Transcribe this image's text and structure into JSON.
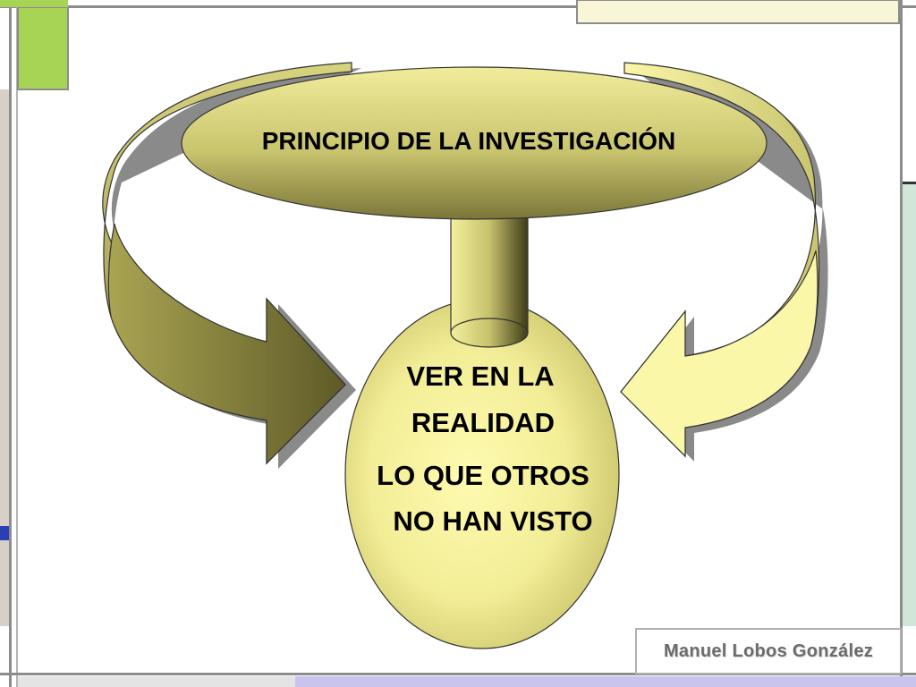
{
  "diagram": {
    "title": "PRINCIPIO DE LA INVESTIGACIÓN",
    "center_lines": [
      "VER EN LA",
      "REALIDAD",
      "LO QUE OTROS",
      "NO HAN VISTO"
    ]
  },
  "footer": {
    "author": "Manuel Lobos González"
  },
  "colors": {
    "shape_fill": "#d8d48a",
    "shape_dark": "#6e6a33",
    "ellipse_light": "#fbf7a8",
    "frame_gray": "#8c8c8c",
    "accent_green": "#a7d454",
    "accent_blue": "#2b3fb5",
    "accent_lavender": "#c8c4ee"
  }
}
